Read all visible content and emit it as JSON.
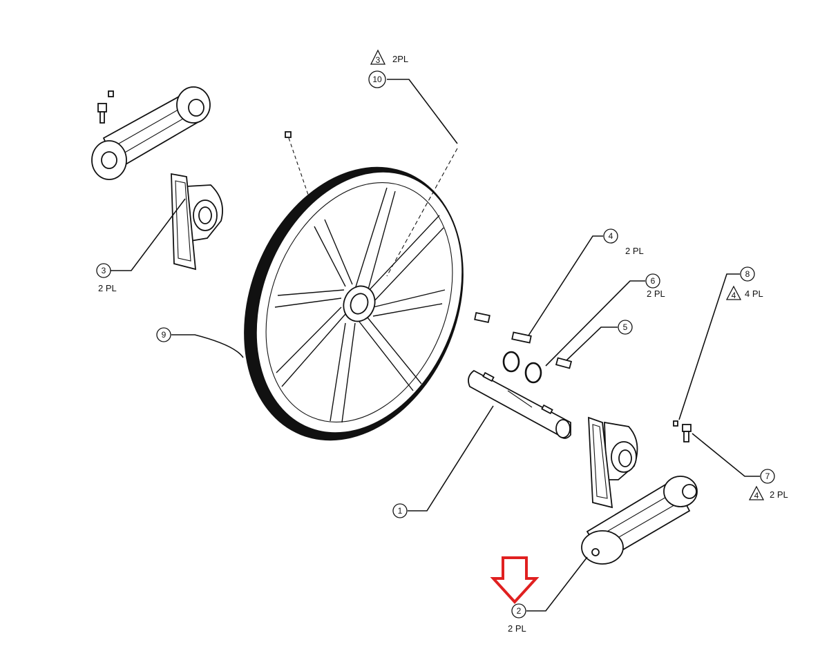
{
  "balloons": [
    {
      "id": "10",
      "qty": "2PL",
      "note": "3"
    },
    {
      "id": "3",
      "qty": "2 PL",
      "note": ""
    },
    {
      "id": "9",
      "qty": "",
      "note": ""
    },
    {
      "id": "4",
      "qty": "2 PL",
      "note": ""
    },
    {
      "id": "6",
      "qty": "2 PL",
      "note": ""
    },
    {
      "id": "5",
      "qty": "",
      "note": ""
    },
    {
      "id": "8",
      "qty": "4 PL",
      "note": "4"
    },
    {
      "id": "7",
      "qty": "2 PL",
      "note": "4"
    },
    {
      "id": "1",
      "qty": "",
      "note": ""
    },
    {
      "id": "2",
      "qty": "2 PL",
      "note": ""
    }
  ],
  "highlight": {
    "target": "2",
    "color": "#e02020"
  },
  "colors": {
    "ink": "#111111",
    "background": "#ffffff"
  }
}
